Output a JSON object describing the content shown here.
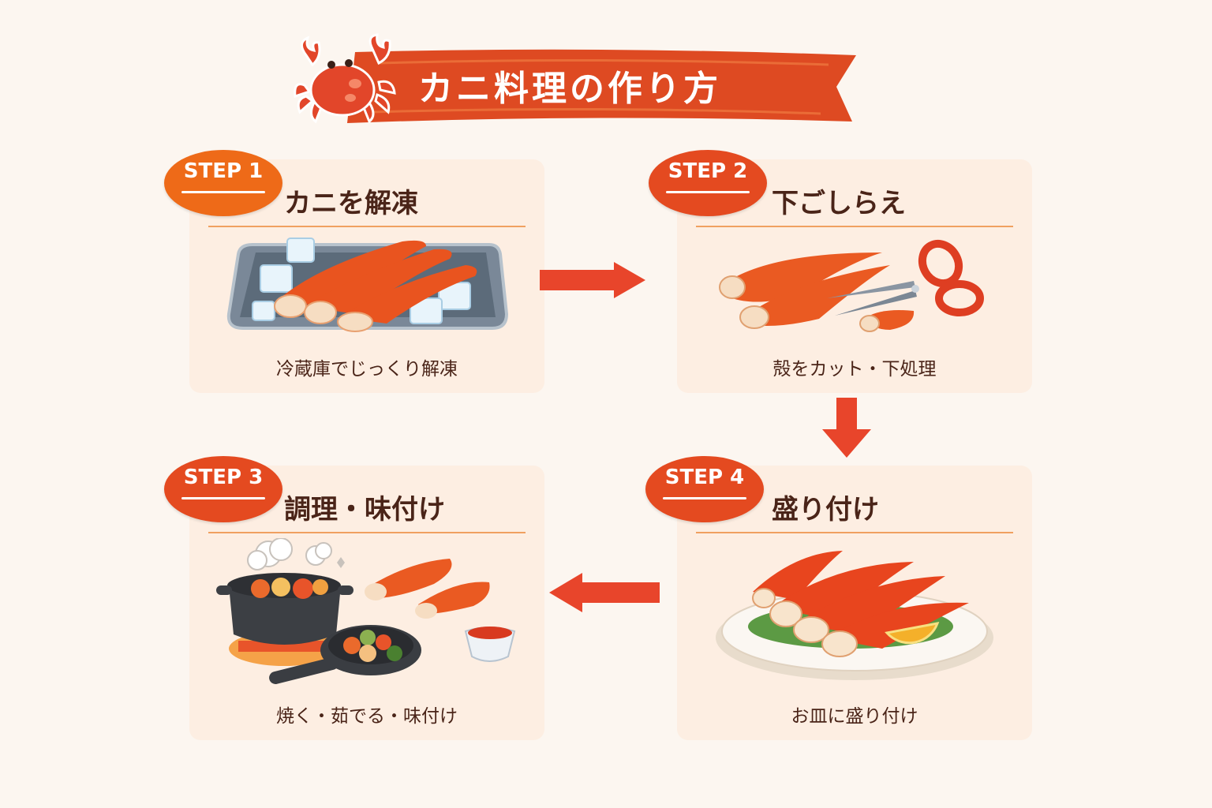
{
  "header": {
    "title": "カニ料理の作り方",
    "icon": "crab-icon",
    "banner_color": "#de4a22"
  },
  "colors": {
    "background": "#fcf6f0",
    "card": "#fdeee2",
    "accent_red": "#e8452b",
    "accent_orange": "#ee6a18",
    "text": "#4a2418",
    "divider": "#f0a060"
  },
  "steps": [
    {
      "badge": "STEP 1",
      "badge_color": "#ee6a18",
      "title": "カニを解凍",
      "caption": "冷蔵庫でじっくり解凍",
      "illustration": "crab-legs-on-ice-tray"
    },
    {
      "badge": "STEP 2",
      "badge_color": "#e44a20",
      "title": "下ごしらえ",
      "caption": "殻をカット・下処理",
      "illustration": "crab-legs-and-scissors"
    },
    {
      "badge": "STEP 3",
      "badge_color": "#e44a20",
      "title": "調理・味付け",
      "caption": "焼く・茹でる・味付け",
      "illustration": "pot-pan-and-sauce"
    },
    {
      "badge": "STEP 4",
      "badge_color": "#e44a20",
      "title": "盛り付け",
      "caption": "お皿に盛り付け",
      "illustration": "crab-legs-on-plate-with-lemon"
    }
  ],
  "flow": {
    "arrows": [
      {
        "from": "STEP 1",
        "to": "STEP 2",
        "direction": "right"
      },
      {
        "from": "STEP 2",
        "to": "STEP 4",
        "direction": "down"
      },
      {
        "from": "STEP 4",
        "to": "STEP 3",
        "direction": "left"
      }
    ]
  }
}
